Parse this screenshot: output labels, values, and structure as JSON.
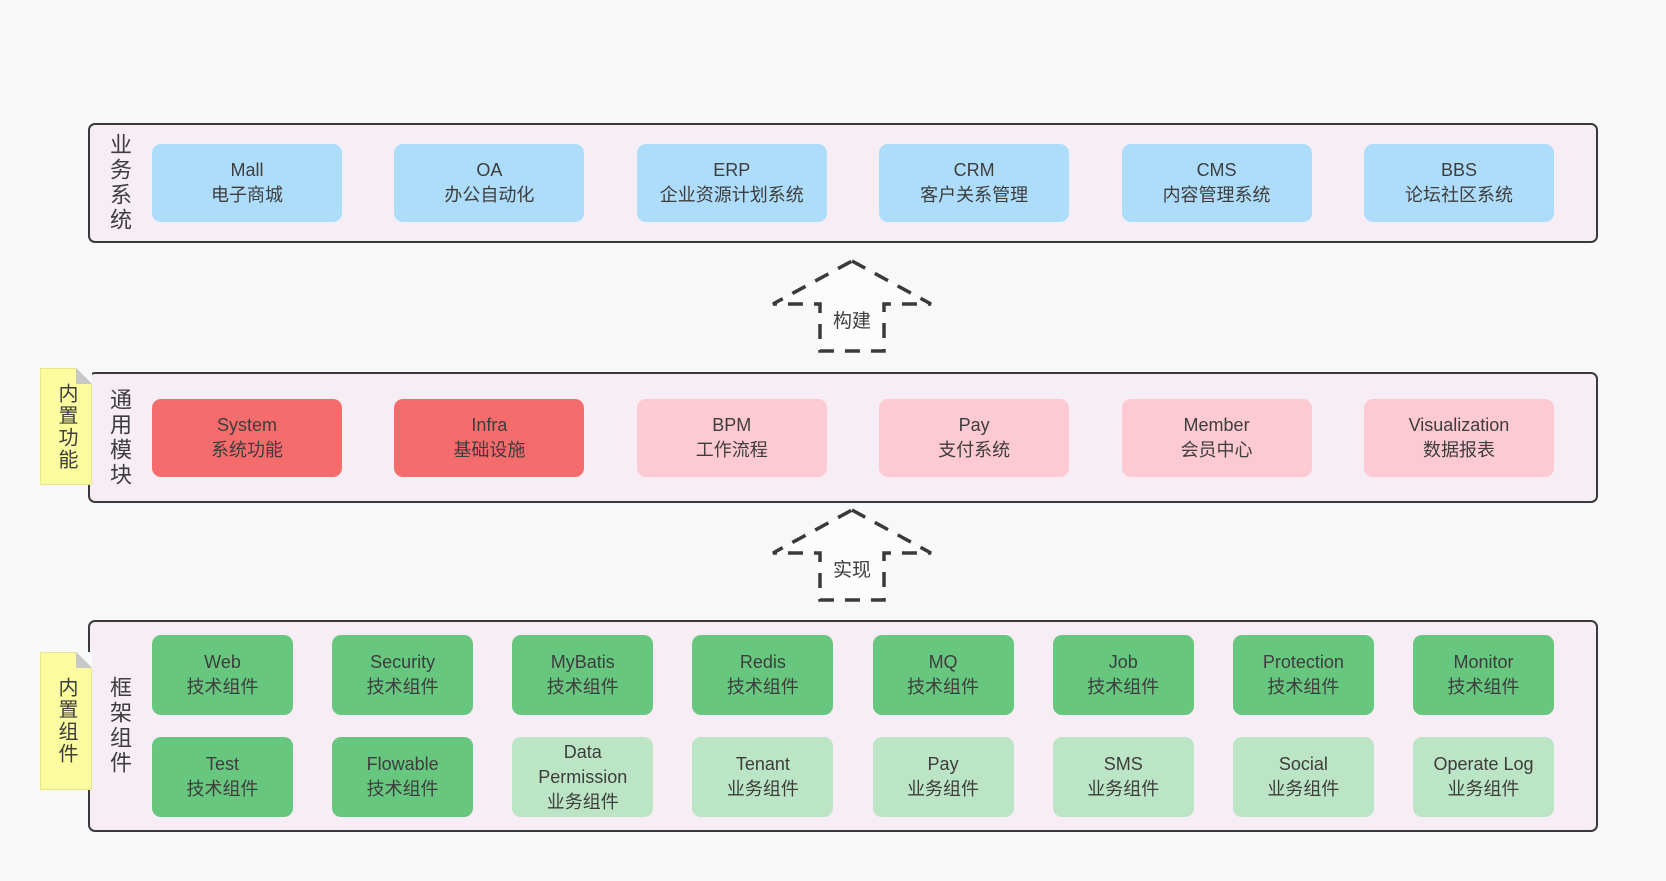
{
  "colors": {
    "pageBg": "#f8f8f8",
    "sectionBg": "#f7edf5",
    "sectionBorder": "#3a3a3a",
    "blue": "#aeddfb",
    "red": "#f56c6c",
    "pink": "#fdc9d2",
    "green": "#68c77f",
    "lightGreen": "#bce5c5",
    "stickyYellow": "#fbfb9f",
    "stickyFold": "#c8c8c8",
    "text": "#3d3d3d",
    "arrowFill": "#fcfcfc"
  },
  "sections": [
    {
      "label": "业务系统",
      "rows": [
        [
          {
            "title": "Mall",
            "subtitle": "电子商城",
            "variant": "blue"
          },
          {
            "title": "OA",
            "subtitle": "办公自动化",
            "variant": "blue"
          },
          {
            "title": "ERP",
            "subtitle": "企业资源计划系统",
            "variant": "blue"
          },
          {
            "title": "CRM",
            "subtitle": "客户关系管理",
            "variant": "blue"
          },
          {
            "title": "CMS",
            "subtitle": "内容管理系统",
            "variant": "blue"
          },
          {
            "title": "BBS",
            "subtitle": "论坛社区系统",
            "variant": "blue"
          }
        ]
      ]
    },
    {
      "label": "通用模块",
      "sticky": "内置功能",
      "rows": [
        [
          {
            "title": "System",
            "subtitle": "系统功能",
            "variant": "red"
          },
          {
            "title": "Infra",
            "subtitle": "基础设施",
            "variant": "red"
          },
          {
            "title": "BPM",
            "subtitle": "工作流程",
            "variant": "pink"
          },
          {
            "title": "Pay",
            "subtitle": "支付系统",
            "variant": "pink"
          },
          {
            "title": "Member",
            "subtitle": "会员中心",
            "variant": "pink"
          },
          {
            "title": "Visualization",
            "subtitle": "数据报表",
            "variant": "pink"
          }
        ]
      ]
    },
    {
      "label": "框架组件",
      "sticky": "内置组件",
      "rows": [
        [
          {
            "title": "Web",
            "subtitle": "技术组件",
            "variant": "green"
          },
          {
            "title": "Security",
            "subtitle": "技术组件",
            "variant": "green"
          },
          {
            "title": "MyBatis",
            "subtitle": "技术组件",
            "variant": "green"
          },
          {
            "title": "Redis",
            "subtitle": "技术组件",
            "variant": "green"
          },
          {
            "title": "MQ",
            "subtitle": "技术组件",
            "variant": "green"
          },
          {
            "title": "Job",
            "subtitle": "技术组件",
            "variant": "green"
          },
          {
            "title": "Protection",
            "subtitle": "技术组件",
            "variant": "green"
          },
          {
            "title": "Monitor",
            "subtitle": "技术组件",
            "variant": "green"
          }
        ],
        [
          {
            "title": "Test",
            "subtitle": "技术组件",
            "variant": "green"
          },
          {
            "title": "Flowable",
            "subtitle": "技术组件",
            "variant": "green"
          },
          {
            "title": "Data Permission",
            "subtitle": "业务组件",
            "variant": "lightGreen"
          },
          {
            "title": "Tenant",
            "subtitle": "业务组件",
            "variant": "lightGreen"
          },
          {
            "title": "Pay",
            "subtitle": "业务组件",
            "variant": "lightGreen"
          },
          {
            "title": "SMS",
            "subtitle": "业务组件",
            "variant": "lightGreen"
          },
          {
            "title": "Social",
            "subtitle": "业务组件",
            "variant": "lightGreen"
          },
          {
            "title": "Operate Log",
            "subtitle": "业务组件",
            "variant": "lightGreen"
          }
        ]
      ]
    }
  ],
  "arrows": [
    {
      "label": "构建"
    },
    {
      "label": "实现"
    }
  ]
}
